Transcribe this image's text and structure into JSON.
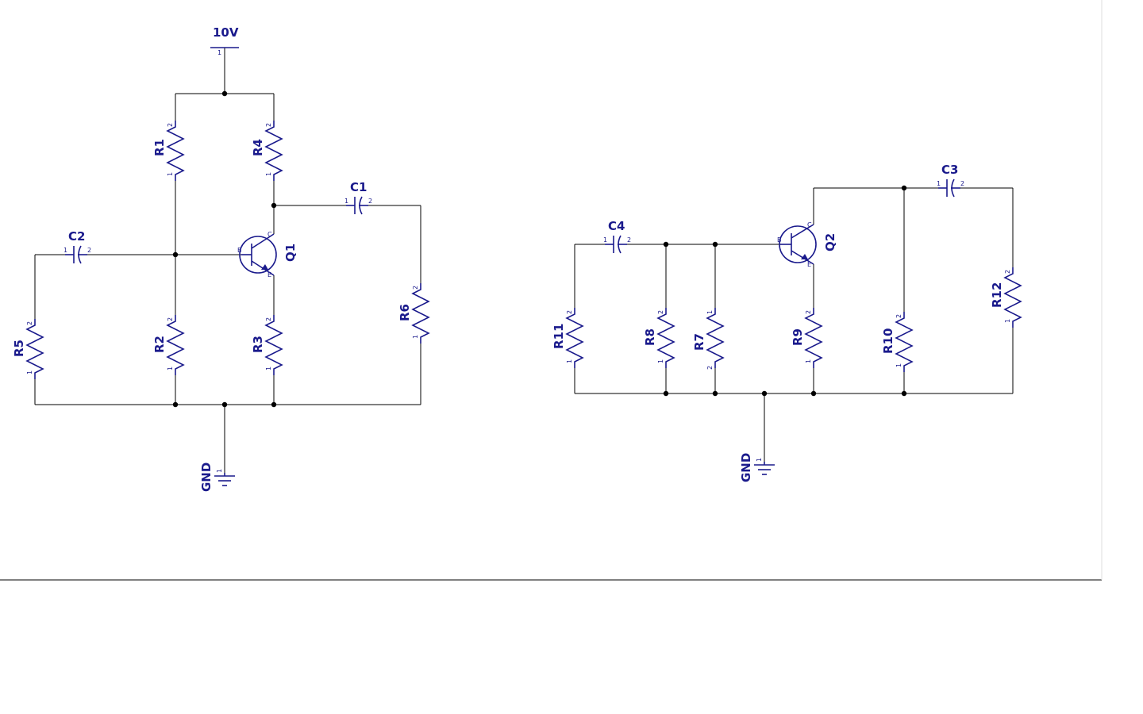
{
  "colors": {
    "component": "#1a1a8c",
    "wire": "#000000",
    "background": "#ffffff"
  },
  "circuit1": {
    "supply": {
      "label": "10V",
      "pin": "1"
    },
    "ground": {
      "label": "GND",
      "pin": "1"
    },
    "transistor": {
      "label": "Q1",
      "pin_b": "B",
      "pin_c": "C",
      "pin_e": "E"
    },
    "resistors": {
      "R1": {
        "label": "R1",
        "pin_a": "2",
        "pin_b": "1"
      },
      "R4": {
        "label": "R4",
        "pin_a": "2",
        "pin_b": "1"
      },
      "R5": {
        "label": "R5",
        "pin_a": "2",
        "pin_b": "1"
      },
      "R2": {
        "label": "R2",
        "pin_a": "2",
        "pin_b": "1"
      },
      "R3": {
        "label": "R3",
        "pin_a": "2",
        "pin_b": "1"
      },
      "R6": {
        "label": "R6",
        "pin_a": "2",
        "pin_b": "1"
      }
    },
    "capacitors": {
      "C1": {
        "label": "C1",
        "pin_a": "1",
        "pin_b": "2"
      },
      "C2": {
        "label": "C2",
        "pin_a": "1",
        "pin_b": "2"
      }
    }
  },
  "circuit2": {
    "ground": {
      "label": "GND",
      "pin": "1"
    },
    "transistor": {
      "label": "Q2",
      "pin_b": "B",
      "pin_c": "C",
      "pin_e": "E"
    },
    "resistors": {
      "R11": {
        "label": "R11",
        "pin_a": "2",
        "pin_b": "1"
      },
      "R8": {
        "label": "R8",
        "pin_a": "2",
        "pin_b": "1"
      },
      "R7": {
        "label": "R7",
        "pin_a": "1",
        "pin_b": "2"
      },
      "R9": {
        "label": "R9",
        "pin_a": "2",
        "pin_b": "1"
      },
      "R10": {
        "label": "R10",
        "pin_a": "2",
        "pin_b": "1"
      },
      "R12": {
        "label": "R12",
        "pin_a": "2",
        "pin_b": "1"
      }
    },
    "capacitors": {
      "C4": {
        "label": "C4",
        "pin_a": "1",
        "pin_b": "2"
      },
      "C3": {
        "label": "C3",
        "pin_a": "1",
        "pin_b": "2"
      }
    }
  }
}
